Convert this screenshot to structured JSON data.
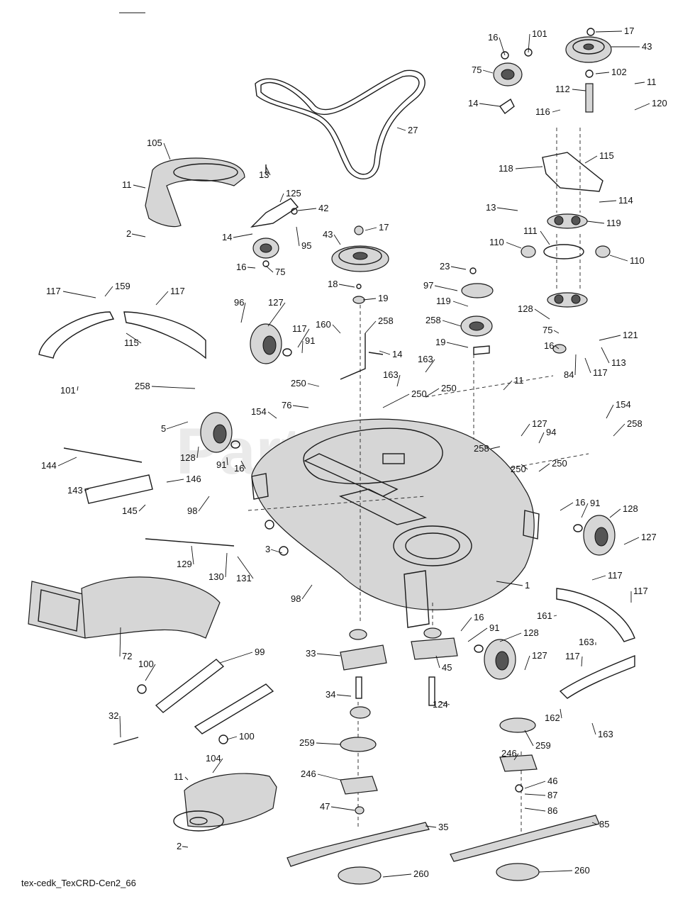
{
  "diagram": {
    "footer_code": "tex-cedk_TexCRD-Cen2_66",
    "watermark": "PartsTree"
  },
  "callouts": [
    "16",
    "101",
    "17",
    "43",
    "75",
    "102",
    "112",
    "11",
    "120",
    "14",
    "116",
    "27",
    "118",
    "115",
    "105",
    "13",
    "125",
    "42",
    "11",
    "114",
    "13",
    "119",
    "2",
    "95",
    "43",
    "17",
    "14",
    "111",
    "110",
    "110",
    "16",
    "75",
    "23",
    "117",
    "159",
    "117",
    "18",
    "19",
    "97",
    "119",
    "96",
    "127",
    "128",
    "115",
    "160",
    "258",
    "258",
    "75",
    "121",
    "117",
    "91",
    "16",
    "19",
    "14",
    "84",
    "117",
    "113",
    "101",
    "163",
    "258",
    "163",
    "250",
    "250",
    "11",
    "154",
    "76",
    "154",
    "5",
    "127",
    "258",
    "94",
    "258",
    "250",
    "250",
    "144",
    "128",
    "91",
    "16",
    "250",
    "146",
    "143",
    "145",
    "98",
    "16",
    "91",
    "128",
    "3",
    "127",
    "129",
    "130",
    "131",
    "117",
    "1",
    "117",
    "98",
    "161",
    "16",
    "91",
    "128",
    "163",
    "33",
    "45",
    "127",
    "117",
    "72",
    "100",
    "99",
    "34",
    "124",
    "162",
    "163",
    "32",
    "100",
    "259",
    "259",
    "246",
    "104",
    "46",
    "87",
    "11",
    "246",
    "86",
    "47",
    "35",
    "85",
    "2",
    "260",
    "260"
  ]
}
